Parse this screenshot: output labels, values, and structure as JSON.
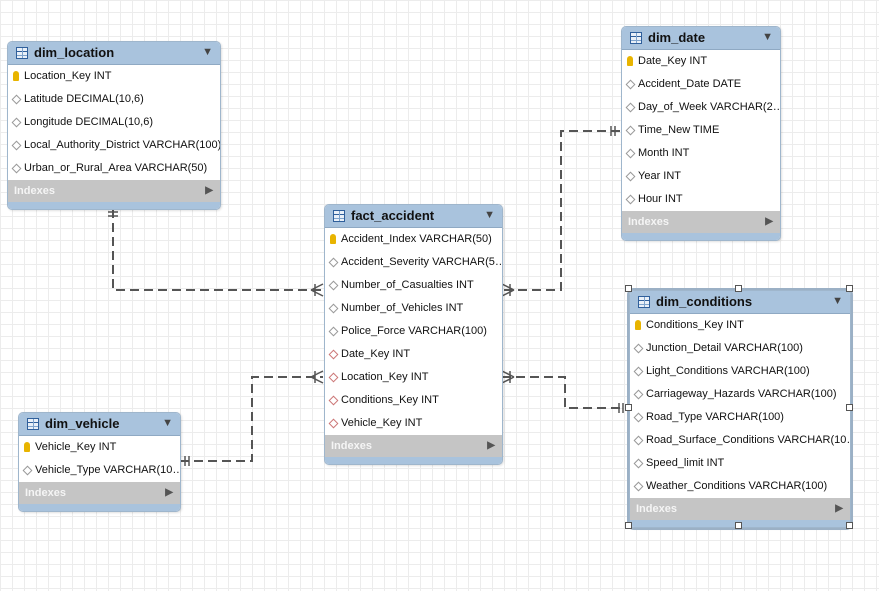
{
  "tables": {
    "dim_location": {
      "name": "dim_location",
      "columns": [
        {
          "label": "Location_Key INT",
          "icon": "primary-key-icon"
        },
        {
          "label": "Latitude DECIMAL(10,6)",
          "icon": "attribute-icon"
        },
        {
          "label": "Longitude DECIMAL(10,6)",
          "icon": "attribute-icon"
        },
        {
          "label": "Local_Authority_District VARCHAR(100)",
          "icon": "attribute-icon"
        },
        {
          "label": "Urban_or_Rural_Area VARCHAR(50)",
          "icon": "attribute-icon"
        }
      ],
      "indexes_label": "Indexes"
    },
    "dim_date": {
      "name": "dim_date",
      "columns": [
        {
          "label": "Date_Key INT",
          "icon": "primary-key-icon"
        },
        {
          "label": "Accident_Date DATE",
          "icon": "attribute-icon"
        },
        {
          "label": "Day_of_Week VARCHAR(2…",
          "icon": "attribute-icon"
        },
        {
          "label": "Time_New TIME",
          "icon": "attribute-icon"
        },
        {
          "label": "Month INT",
          "icon": "attribute-icon"
        },
        {
          "label": "Year INT",
          "icon": "attribute-icon"
        },
        {
          "label": "Hour INT",
          "icon": "attribute-icon"
        }
      ],
      "indexes_label": "Indexes"
    },
    "fact_accident": {
      "name": "fact_accident",
      "columns": [
        {
          "label": "Accident_Index VARCHAR(50)",
          "icon": "primary-key-icon"
        },
        {
          "label": "Accident_Severity VARCHAR(5…",
          "icon": "attribute-icon"
        },
        {
          "label": "Number_of_Casualties INT",
          "icon": "attribute-icon"
        },
        {
          "label": "Number_of_Vehicles INT",
          "icon": "attribute-icon"
        },
        {
          "label": "Police_Force VARCHAR(100)",
          "icon": "attribute-icon"
        },
        {
          "label": "Date_Key INT",
          "icon": "foreign-key-icon"
        },
        {
          "label": "Location_Key INT",
          "icon": "foreign-key-icon"
        },
        {
          "label": "Conditions_Key INT",
          "icon": "foreign-key-icon"
        },
        {
          "label": "Vehicle_Key INT",
          "icon": "foreign-key-icon"
        }
      ],
      "indexes_label": "Indexes"
    },
    "dim_conditions": {
      "name": "dim_conditions",
      "columns": [
        {
          "label": "Conditions_Key INT",
          "icon": "primary-key-icon"
        },
        {
          "label": "Junction_Detail VARCHAR(100)",
          "icon": "attribute-icon"
        },
        {
          "label": "Light_Conditions VARCHAR(100)",
          "icon": "attribute-icon"
        },
        {
          "label": "Carriageway_Hazards VARCHAR(100)",
          "icon": "attribute-icon"
        },
        {
          "label": "Road_Type VARCHAR(100)",
          "icon": "attribute-icon"
        },
        {
          "label": "Road_Surface_Conditions VARCHAR(10…",
          "icon": "attribute-icon"
        },
        {
          "label": "Speed_limit INT",
          "icon": "attribute-icon"
        },
        {
          "label": "Weather_Conditions VARCHAR(100)",
          "icon": "attribute-icon"
        }
      ],
      "indexes_label": "Indexes"
    },
    "dim_vehicle": {
      "name": "dim_vehicle",
      "columns": [
        {
          "label": "Vehicle_Key INT",
          "icon": "primary-key-icon"
        },
        {
          "label": "Vehicle_Type VARCHAR(10…",
          "icon": "attribute-icon"
        }
      ],
      "indexes_label": "Indexes"
    }
  },
  "colors": {
    "header": "#a9c3dd",
    "indexes": "#c5c5c5",
    "connector": "#555555",
    "primary_key": "#e8b400"
  }
}
